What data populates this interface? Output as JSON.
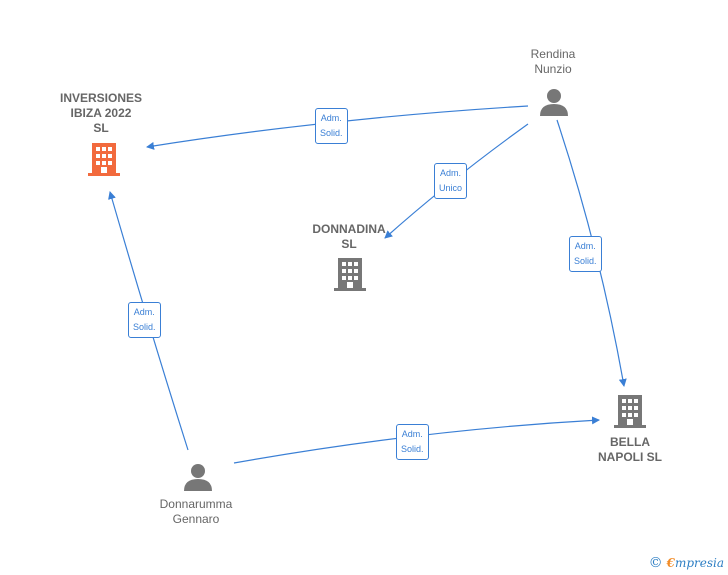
{
  "colors": {
    "edge": "#3a7fd5",
    "company": "#777777",
    "company_highlight": "#f26a3d",
    "person": "#777777"
  },
  "nodes": {
    "inversiones": {
      "label": "INVERSIONES\nIBIZA 2022\nSL",
      "icon": "building-icon"
    },
    "donnadina": {
      "label": "DONNADINA\nSL",
      "icon": "building-icon"
    },
    "bella_napoli": {
      "label": "BELLA\nNAPOLI SL",
      "icon": "building-icon"
    },
    "rendina": {
      "label": "Rendina\nNunzio",
      "icon": "person-icon"
    },
    "donnarumma": {
      "label": "Donnarumma\nGennaro",
      "icon": "person-icon"
    }
  },
  "edges": [
    {
      "id": "rendina-inversiones",
      "label": "Adm.\nSolid."
    },
    {
      "id": "rendina-donnadina",
      "label": "Adm.\nUnico"
    },
    {
      "id": "rendina-bella",
      "label": "Adm.\nSolid."
    },
    {
      "id": "donnarumma-inversiones",
      "label": "Adm.\nSolid."
    },
    {
      "id": "donnarumma-bella",
      "label": "Adm.\nSolid."
    }
  ],
  "brand": {
    "copyright": "©",
    "name_initial": "€",
    "name_rest": "mpresia"
  }
}
